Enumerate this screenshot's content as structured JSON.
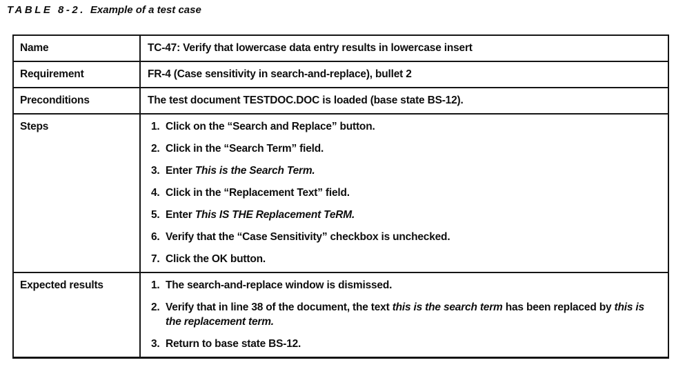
{
  "title": {
    "prefix": "TABLE 8-2.",
    "caption": "Example of a test case"
  },
  "table": {
    "rows": [
      {
        "label": "Name",
        "items": [
          {
            "segments": [
              {
                "text": "TC-47: Verify that lowercase data entry results in lowercase insert"
              }
            ]
          }
        ]
      },
      {
        "label": "Requirement",
        "items": [
          {
            "segments": [
              {
                "text": "FR-4 (Case sensitivity in search-and-replace), bullet 2"
              }
            ]
          }
        ]
      },
      {
        "label": "Preconditions",
        "items": [
          {
            "segments": [
              {
                "text": "The test document TESTDOC.DOC is loaded (base state BS-12)."
              }
            ]
          }
        ]
      },
      {
        "label": "Steps",
        "items": [
          {
            "number": "1.",
            "segments": [
              {
                "text": "Click on the “Search and Replace” button."
              }
            ]
          },
          {
            "number": "2.",
            "segments": [
              {
                "text": "Click in the “Search Term” field."
              }
            ]
          },
          {
            "number": "3.",
            "segments": [
              {
                "text": "Enter "
              },
              {
                "text": "This is the Search Term.",
                "italic": true
              }
            ]
          },
          {
            "number": "4.",
            "segments": [
              {
                "text": "Click in the “Replacement Text” field."
              }
            ]
          },
          {
            "number": "5.",
            "segments": [
              {
                "text": "Enter "
              },
              {
                "text": "This IS THE Replacement TeRM.",
                "italic": true
              }
            ]
          },
          {
            "number": "6.",
            "segments": [
              {
                "text": "Verify that the “Case Sensitivity” checkbox is unchecked."
              }
            ]
          },
          {
            "number": "7.",
            "segments": [
              {
                "text": "Click the OK button."
              }
            ]
          }
        ]
      },
      {
        "label": "Expected results",
        "items": [
          {
            "number": "1.",
            "segments": [
              {
                "text": "The search-and-replace window is dismissed."
              }
            ]
          },
          {
            "number": "2.",
            "segments": [
              {
                "text": "Verify that in line 38 of the document, the text "
              },
              {
                "text": "this is the search term",
                "italic": true
              },
              {
                "text": " has been replaced by "
              },
              {
                "text": "this is the replacement term.",
                "italic": true
              }
            ]
          },
          {
            "number": "3.",
            "segments": [
              {
                "text": "Return to base state BS-12."
              }
            ]
          }
        ]
      }
    ]
  }
}
